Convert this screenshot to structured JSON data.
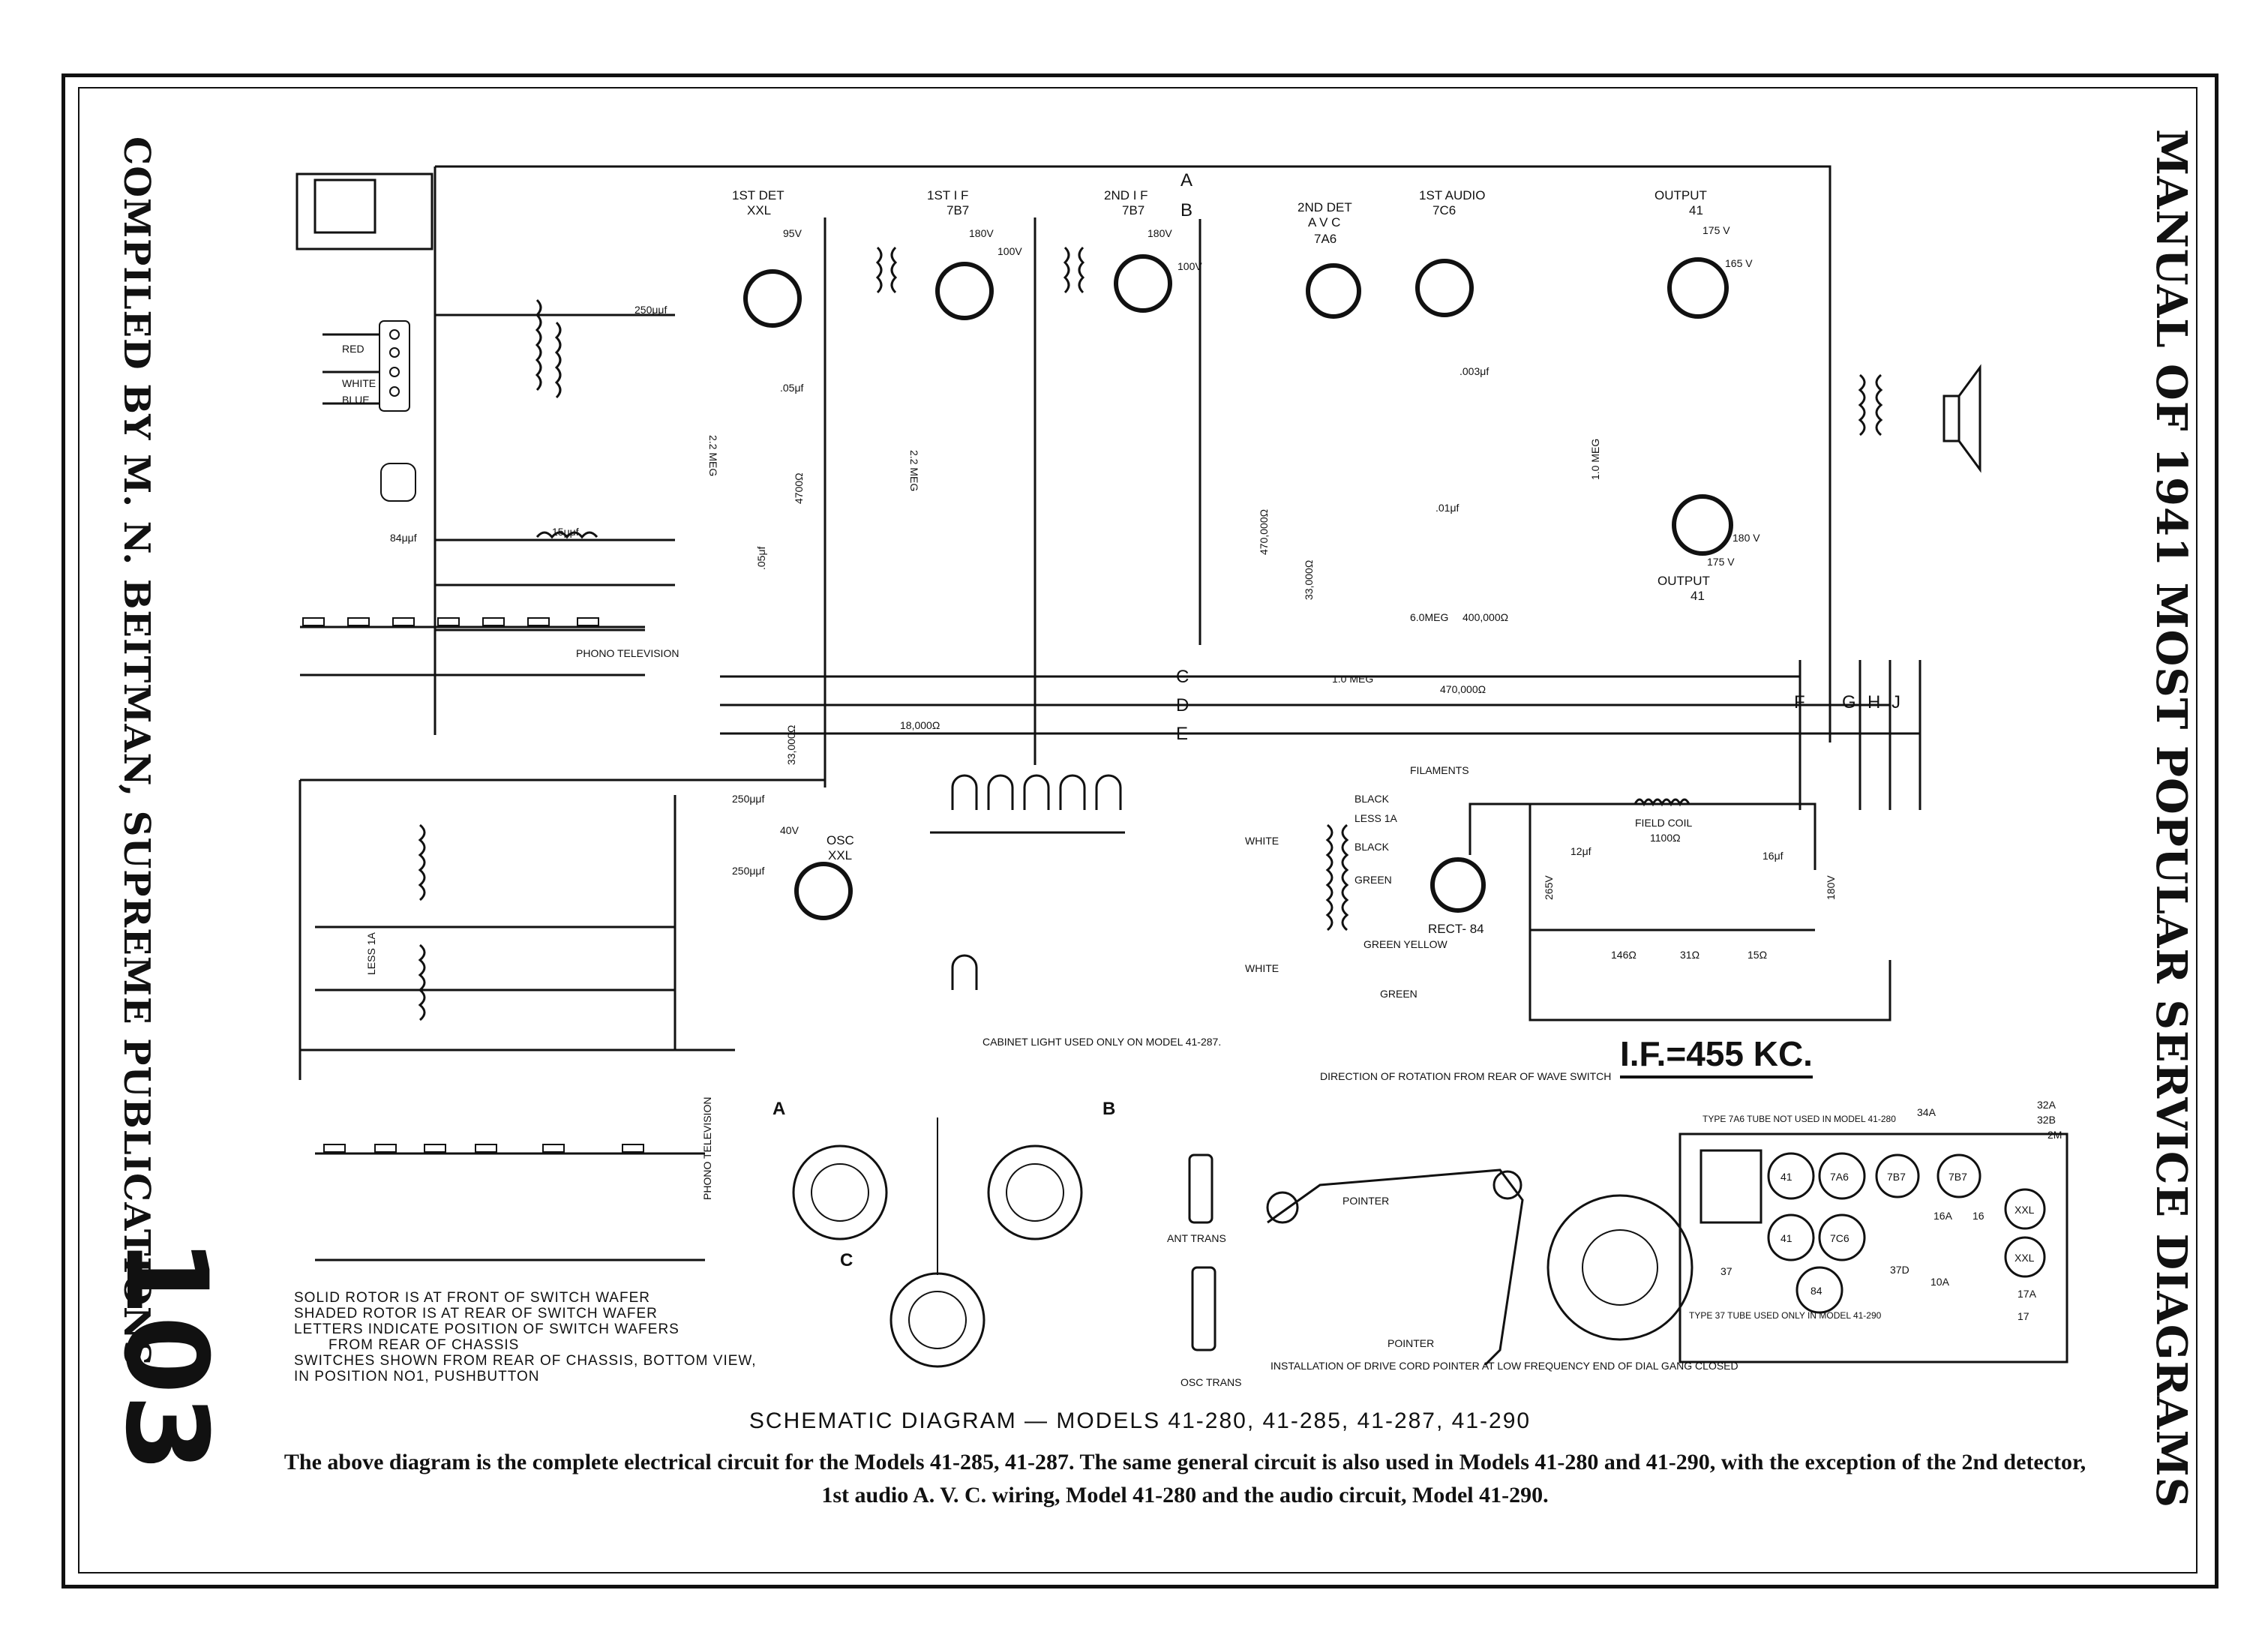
{
  "side_titles": {
    "left": "COMPILED BY M. N. BEITMAN, SUPREME PUBLICATIONS",
    "right": "MANUAL OF 1941 MOST POPULAR SERVICE DIAGRAMS"
  },
  "page_number": "103",
  "caption": "SCHEMATIC DIAGRAM — MODELS 41-280, 41-285, 41-287, 41-290",
  "description": "The above diagram is the complete electrical circuit for the Models 41-285, 41-287. The same general circuit is also used in Models 41-280 and 41-290, with the exception of the 2nd detector, 1st audio A. V. C. wiring, Model 41-280 and the audio circuit, Model 41-290.",
  "if_frequency": "I.F.=455 KC.",
  "tubes": {
    "det1": {
      "name": "1ST DET",
      "type": "XXL",
      "voltage": "95V"
    },
    "if1": {
      "name": "1ST I F",
      "type": "7B7",
      "voltage": "180V",
      "screen": "100V"
    },
    "if2": {
      "name": "2ND I F",
      "type": "7B7",
      "voltage": "180V",
      "screen": "100V"
    },
    "det2": {
      "name": "2ND DET",
      "sub": "A V C",
      "type": "7A6"
    },
    "audio1": {
      "name": "1ST AUDIO",
      "type": "7C6"
    },
    "out_top": {
      "name": "OUTPUT",
      "type": "41",
      "voltage": "175 V",
      "cathode": "165 V"
    },
    "out_bottom": {
      "name": "OUTPUT",
      "type": "41",
      "voltage": "175 V",
      "cathode": "180 V"
    },
    "osc": {
      "name": "OSC",
      "type": "XXL"
    },
    "rect": {
      "name": "RECT- 84"
    }
  },
  "bus_labels": {
    "a": "A",
    "b": "B",
    "c": "C",
    "d": "D",
    "e": "E",
    "f": "F",
    "g": "G",
    "h": "H",
    "j": "J"
  },
  "values": {
    "cap_250": "250μμf",
    "cap_84": "84μμf",
    "cap_15": "15μμf",
    "cap_05": ".05μf",
    "res_22meg": "2.2 MEG",
    "res_4700": "4700Ω",
    "res_470000": "470,000Ω",
    "res_33000": "33,000Ω",
    "res_18000": "18,000Ω",
    "res_1meg": "1.0 MEG",
    "res_400000": "400,000Ω",
    "res_6meg": "6.0MEG",
    "cap_01": ".01μf",
    "cap_003": ".003μf",
    "cap_12": "12μf",
    "cap_16": "16μf",
    "field_coil": "FIELD COIL",
    "field_ohms": "1100Ω",
    "res_146": "146Ω",
    "res_31": "31Ω",
    "res_15": "15Ω",
    "v265": "265V",
    "v180": "180V",
    "v40": "40V",
    "filaments": "FILAMENTS",
    "black": "BLACK",
    "white": "WHITE",
    "red": "RED",
    "blue": "BLUE",
    "green": "GREEN",
    "green_yellow": "GREEN YELLOW",
    "less_1a": "LESS 1A",
    "cabinet_light": "CABINET LIGHT USED ONLY ON MODEL 41-287.",
    "rotation": "DIRECTION OF ROTATION FROM REAR OF WAVE SWITCH",
    "ant_trans": "ANT TRANS",
    "osc_trans": "OSC TRANS",
    "pointer": "POINTER",
    "drive_cord": "INSTALLATION OF DRIVE CORD POINTER AT LOW FREQUENCY END OF DIAL GANG CLOSED",
    "phono_tv": "PHONO TELEVISION",
    "tube_7a6_note": "TYPE 7A6 TUBE NOT USED IN MODEL 41-280",
    "tube_37_note": "TYPE 37 TUBE USED ONLY IN MODEL 41-290"
  },
  "layout_tubes": [
    "41",
    "7A6",
    "7B7",
    "7B7",
    "41",
    "7C6",
    "84",
    "XXL",
    "XXL",
    "37"
  ],
  "layout_sockets": [
    "32A",
    "32B",
    "34A",
    "16A",
    "16",
    "17A",
    "17",
    "10A",
    "37D",
    "2M"
  ],
  "switch_notes": [
    "SOLID ROTOR IS AT FRONT OF SWITCH WAFER",
    "SHADED ROTOR IS AT REAR OF SWITCH WAFER",
    "LETTERS INDICATE POSITION OF SWITCH WAFERS",
    "FROM REAR OF CHASSIS",
    "SWITCHES SHOWN FROM REAR OF CHASSIS, BOTTOM VIEW,",
    "IN POSITION No1, PUSHBUTTON"
  ],
  "wafers": {
    "a": "A",
    "b": "B",
    "c": "C"
  }
}
